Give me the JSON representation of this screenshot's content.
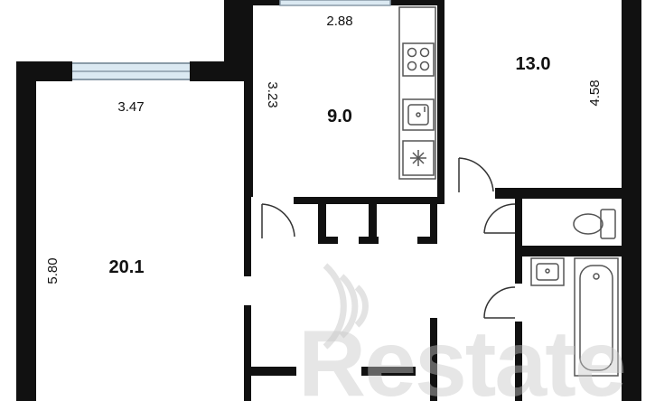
{
  "rooms": [
    {
      "id": "living-room",
      "area": "20.1"
    },
    {
      "id": "kitchen",
      "area": "9.0"
    },
    {
      "id": "bedroom",
      "area": "13.0"
    }
  ],
  "dimensions": {
    "kitchen_width": "2.88",
    "kitchen_depth": "3.23",
    "bedroom_depth": "4.58",
    "living_width": "3.47",
    "living_depth": "5.80"
  },
  "watermark": {
    "text": "Restate"
  },
  "colors": {
    "wall": "#111111",
    "window_frame": "#8a9ba8",
    "window_glass": "#dbe9f2",
    "fixture": "#555555",
    "watermark": "#c8c8c8"
  },
  "icons": {
    "stove": "stove-icon",
    "sink": "sink-icon",
    "fridge": "fridge-icon",
    "toilet": "toilet-icon",
    "bathtub": "bathtub-icon"
  }
}
